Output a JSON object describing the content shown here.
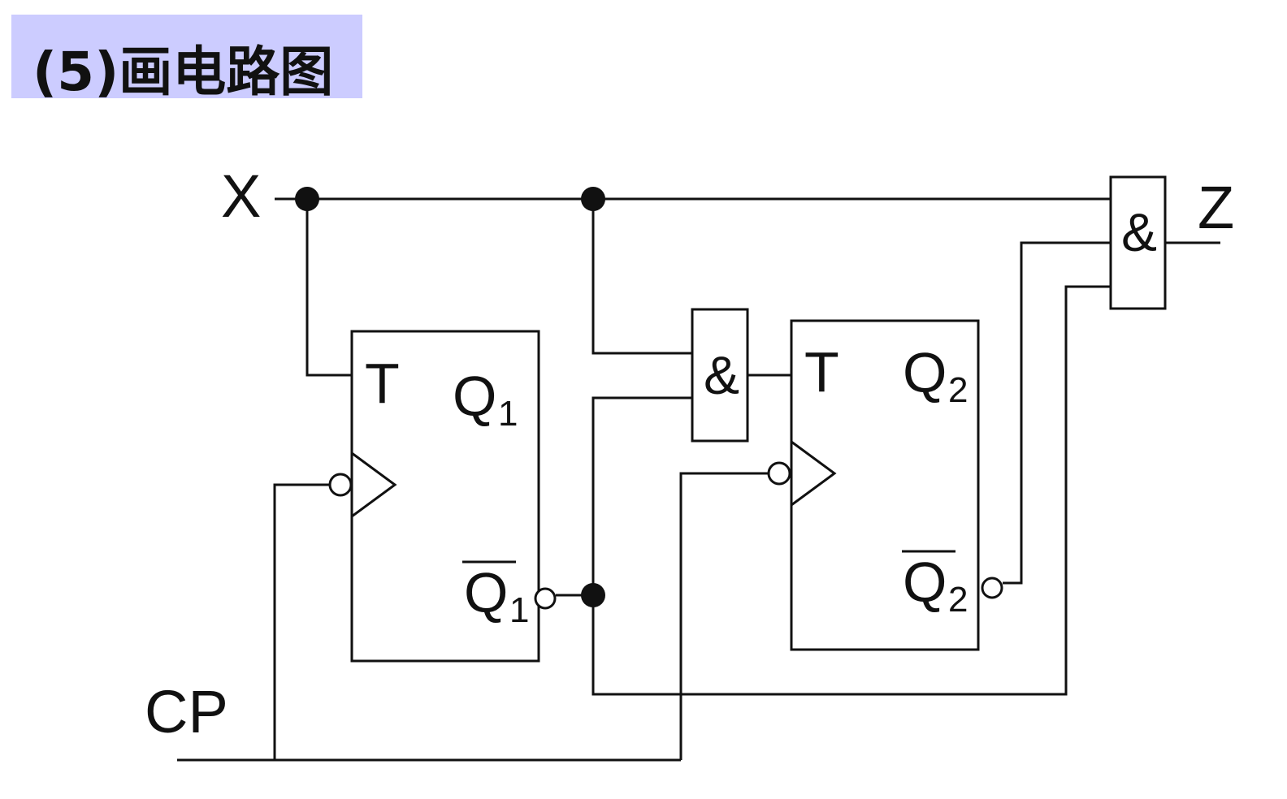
{
  "title": "(5)画电路图",
  "signals": {
    "x": "X",
    "z": "Z",
    "cp": "CP"
  },
  "flip_flops": [
    {
      "input": "T",
      "q": "Q",
      "q_bar": "Q",
      "subscript": "1"
    },
    {
      "input": "T",
      "q": "Q",
      "q_bar": "Q",
      "subscript": "2"
    }
  ],
  "gates": {
    "and_middle": "&",
    "and_output": "&"
  },
  "colors": {
    "title_background": "#ccccff",
    "ink": "#111111"
  }
}
